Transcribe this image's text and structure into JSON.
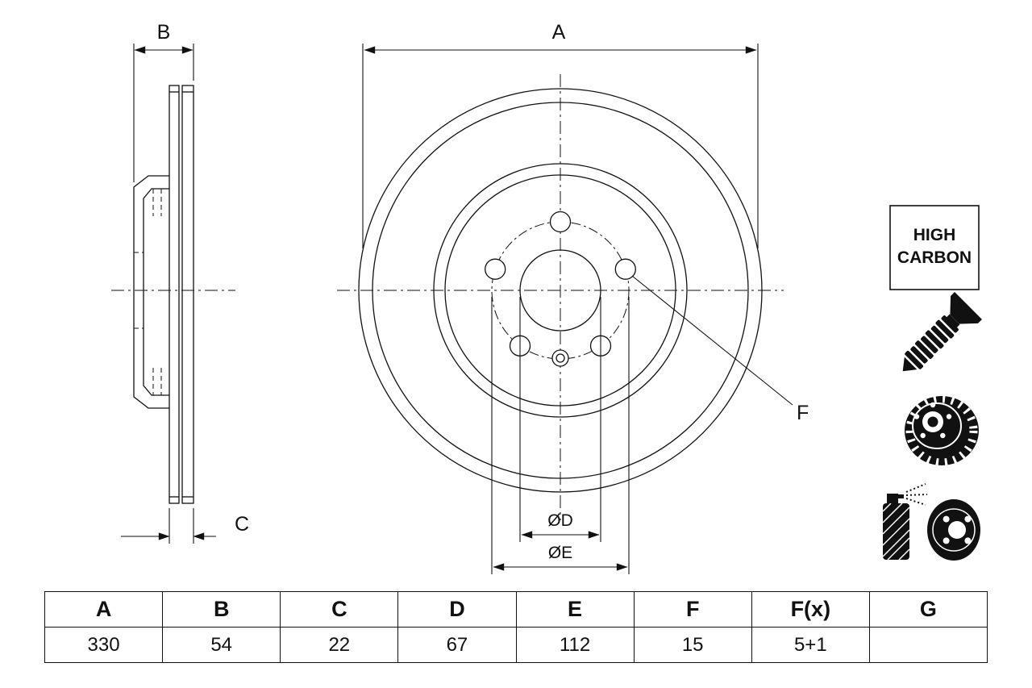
{
  "drawing": {
    "labels": {
      "a": "A",
      "b": "B",
      "c": "C",
      "d": "ØD",
      "e": "ØE",
      "f": "F"
    },
    "badge": {
      "line1": "HIGH",
      "line2": "CARBON"
    }
  },
  "table": {
    "headers": [
      "A",
      "B",
      "C",
      "D",
      "E",
      "F",
      "F(x)",
      "G"
    ],
    "values": [
      "330",
      "54",
      "22",
      "67",
      "112",
      "15",
      "5+1",
      ""
    ]
  }
}
